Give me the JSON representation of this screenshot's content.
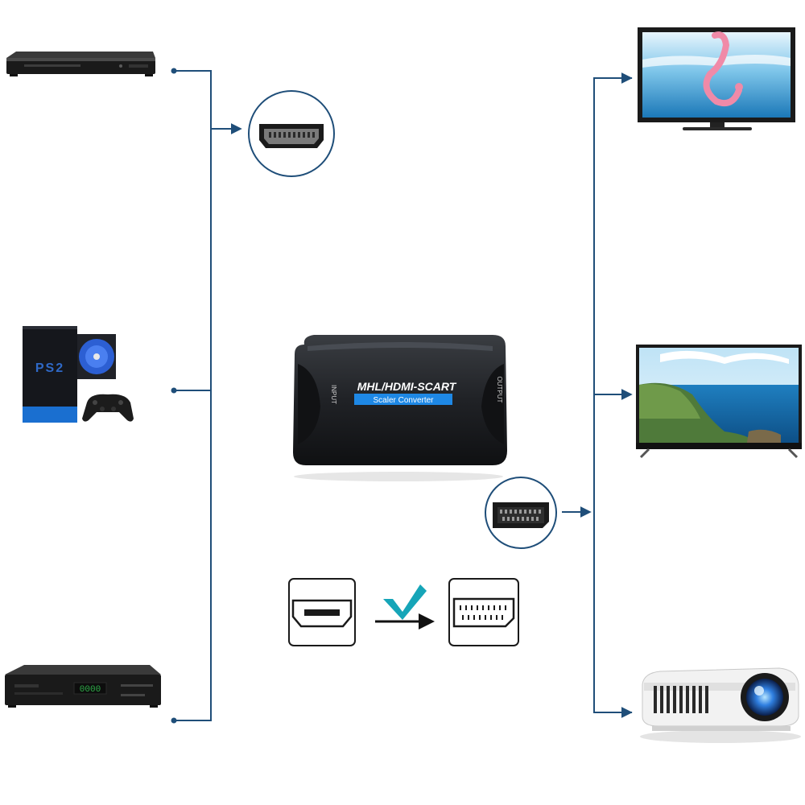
{
  "converter": {
    "brand": "MHL/HDMI-SCART",
    "subtitle": "Scaler Converter",
    "input_label": "INPUT",
    "output_label": "OUTPUT"
  },
  "sources": [
    {
      "icon": "dvd-player-icon"
    },
    {
      "icon": "ps2-console-icon",
      "logo_text": "PS2"
    },
    {
      "icon": "satellite-receiver-icon"
    }
  ],
  "outputs": [
    {
      "icon": "tv-icon"
    },
    {
      "icon": "smart-tv-icon"
    },
    {
      "icon": "projector-icon"
    }
  ],
  "connectors": {
    "input": "hdmi-port-icon",
    "output": "scart-port-icon"
  },
  "colors": {
    "line": "#1f4e79",
    "accent_blue": "#1e88e5",
    "check_teal": "#16a5b8",
    "device_black": "#1a1a1a"
  }
}
